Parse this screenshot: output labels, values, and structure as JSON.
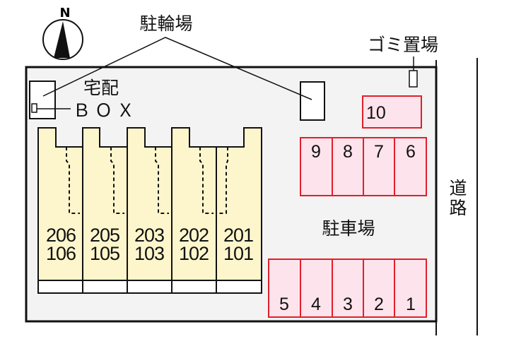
{
  "compass": {
    "north_label": "N"
  },
  "labels": {
    "bicycle_parking": "駐輪場",
    "garbage_area": "ゴミ置場",
    "delivery_box_line1": "宅配",
    "delivery_box_line2": "ＢＯＸ",
    "car_parking": "駐車場",
    "road_char1": "道",
    "road_char2": "路"
  },
  "units": [
    {
      "upper": "206",
      "lower": "106"
    },
    {
      "upper": "205",
      "lower": "105"
    },
    {
      "upper": "203",
      "lower": "103"
    },
    {
      "upper": "202",
      "lower": "102"
    },
    {
      "upper": "201",
      "lower": "101"
    }
  ],
  "parking": {
    "top_single": "10",
    "middle_row": [
      "9",
      "8",
      "7",
      "6"
    ],
    "bottom_row": [
      "5",
      "4",
      "3",
      "2",
      "1"
    ]
  },
  "colors": {
    "lot": "#f3f3f3",
    "building": "#fdf6cc",
    "parking_fill": "#fde3ec",
    "parking_stroke": "#e0202a"
  }
}
